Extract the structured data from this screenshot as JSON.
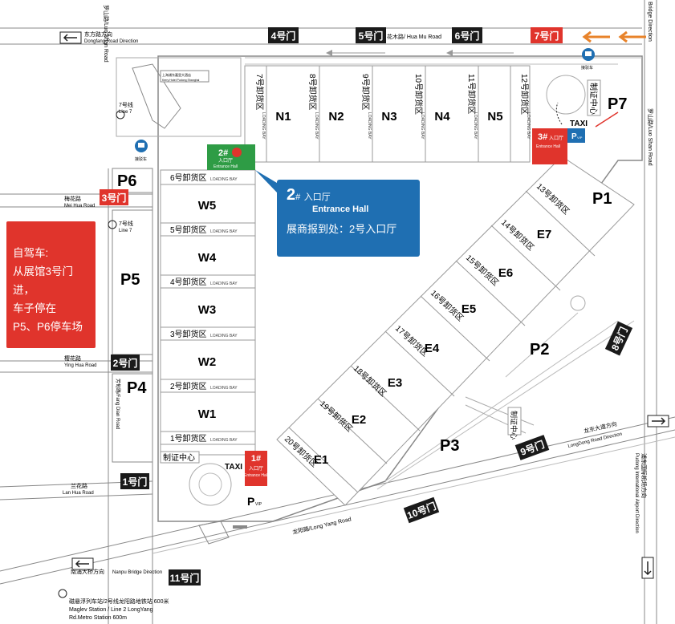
{
  "roads": {
    "dongfang": "东方路方向",
    "dongfang_en": "Dongfang Road Direction",
    "huamu": "花木路/ Hua Mu Road",
    "meihua": "梅花路",
    "meihua_en": "Mei Hua Road",
    "yinghua": "樱花路",
    "yinghua_en": "Ying Hua Road",
    "lanhua": "兰花路",
    "lanhua_en": "Lan Hua Road",
    "fangdian": "芳甸路/Fang Dian Road",
    "luoshan": "罗山路/Luo Shan Road",
    "longyang": "龙阳路/Long Yang Road",
    "longdong": "龙东大道方向",
    "longdong_en": "LongDong Road Direction",
    "nanpu": "南浦大桥方向",
    "nanpu_en": "Nanpu Bridge Direction",
    "bridge": "Bridge Direction",
    "airport": "浦东国际机场方向",
    "airport_en": "Pudong International Airport Direction"
  },
  "gates": {
    "g1": "1号门",
    "g2": "2号门",
    "g3": "3号门",
    "g4": "4号门",
    "g5": "5号门",
    "g6": "6号门",
    "g7": "7号门",
    "g8": "8号门",
    "g9": "9号门",
    "g10": "10号门",
    "g11": "11号门"
  },
  "halls": {
    "north": [
      "N1",
      "N2",
      "N3",
      "N4",
      "N5"
    ],
    "west": [
      "W5",
      "W4",
      "W3",
      "W2",
      "W1"
    ],
    "east": [
      "E7",
      "E6",
      "E5",
      "E4",
      "E3",
      "E2",
      "E1"
    ]
  },
  "loading": {
    "north": [
      "7号卸货区",
      "8号卸货区",
      "9号卸货区",
      "10号卸货区",
      "11号卸货区",
      "12号卸货区"
    ],
    "west": [
      "6号卸货区",
      "5号卸货区",
      "4号卸货区",
      "3号卸货区",
      "2号卸货区",
      "1号卸货区"
    ],
    "east": [
      "13号卸货区",
      "14号卸货区",
      "15号卸货区",
      "16号卸货区",
      "17号卸货区",
      "18号卸货区",
      "19号卸货区",
      "20号卸货区"
    ],
    "bay": "LOADING BAY"
  },
  "parking": {
    "p1": "P1",
    "p2": "P2",
    "p3": "P3",
    "p4": "P4",
    "p5": "P5",
    "p6": "P6",
    "p7": "P7",
    "vip": "P",
    "vip_sub": "VIP"
  },
  "entrance": {
    "e1_num": "1#",
    "e2_num": "2#",
    "e3_num": "3#",
    "cn": "入口厅",
    "en": "Entrance Hall"
  },
  "misc": {
    "taxi": "TAXI",
    "cert_w": "制证中心",
    "cert_n": "制证中心",
    "cert_e": "制证中心",
    "line7": "7号线",
    "line7_en": "Line 7",
    "hotel": "上海浦东嘉里大酒店",
    "hotel_en": "Kerry Hotel Pudong Shanghai",
    "busstop": "接驳车",
    "maglev1": "磁悬浮列车站/2号线龙阳路地铁站  600米",
    "maglev2": "Maglev Station / Line 2 LongYang",
    "maglev3": "Rd.Metro Station 600m"
  },
  "info": {
    "num": "2",
    "sup": "#",
    "cn": "入口厅",
    "en": "Entrance Hall",
    "desc": "展商报到处：2号入口厅"
  },
  "driver": [
    "自驾车:",
    "从展馆3号门进，",
    "车子停在",
    "P5、P6停车场"
  ],
  "colors": {
    "red": "#e0342c",
    "blue": "#1f6fb2",
    "green": "#2e9c45",
    "orange": "#e8832a",
    "dark": "#1a1a1a"
  }
}
